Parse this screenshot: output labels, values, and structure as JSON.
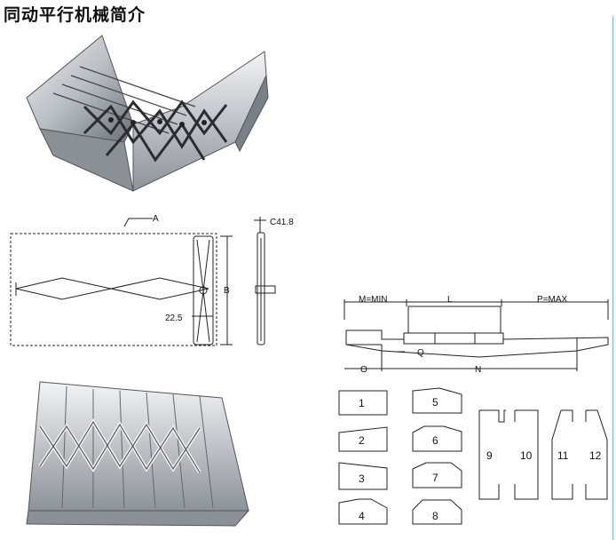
{
  "title": "同动平行机械简介",
  "diagram1": {
    "label_a": "A",
    "label_b": "B",
    "dim_225": "22.5",
    "label_c418": "C41.8"
  },
  "diagram2": {
    "label_m": "M=MIN",
    "label_l": "L",
    "label_p": "P=MAX",
    "label_q": "Q",
    "label_o": "O",
    "label_n": "N"
  },
  "profiles": [
    "1",
    "2",
    "3",
    "4",
    "5",
    "6",
    "7",
    "8",
    "9",
    "10",
    "11",
    "12"
  ],
  "colors": {
    "line": "#222222",
    "metal_light": "#d9dde0",
    "metal_dark": "#5a5f66",
    "edge": "#66cccc"
  }
}
